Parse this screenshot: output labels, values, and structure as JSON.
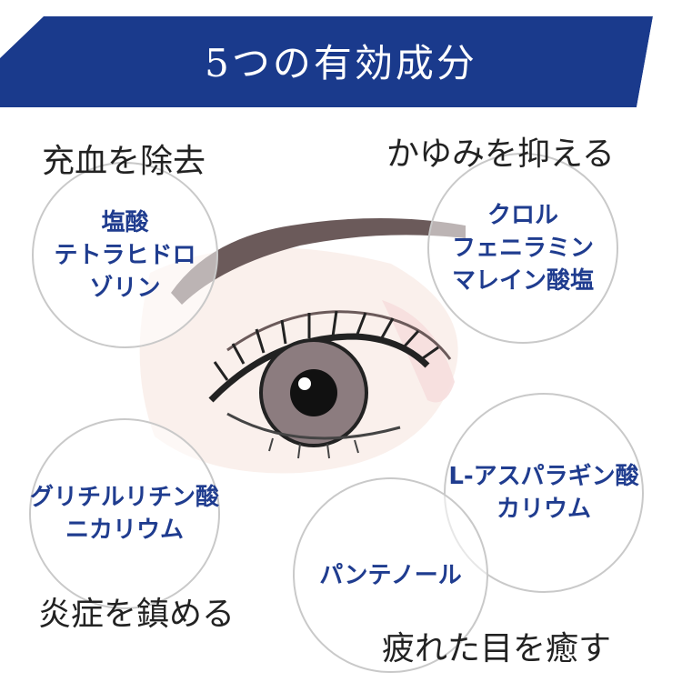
{
  "banner": {
    "title": "5つの有効成分",
    "color": "#1a3a8c"
  },
  "ingredients": [
    {
      "lines": [
        "塩酸",
        "テトラヒドロ",
        "ゾリン"
      ],
      "effect": "充血を除去"
    },
    {
      "lines": [
        "クロル",
        "フェニラミン",
        "マレイン酸塩"
      ],
      "effect": "かゆみを抑える"
    },
    {
      "lines": [
        "グリチルリチン酸",
        "ニカリウム"
      ],
      "effect": "炎症を鎮める"
    },
    {
      "lines": [
        "L-アスパラギン酸",
        "カリウム"
      ],
      "effect": ""
    },
    {
      "lines": [
        "パンテノール"
      ],
      "effect": "疲れた目を癒す"
    }
  ],
  "colors": {
    "ingredient_text": "#1f3c8f",
    "effect_text": "#222222",
    "circle_border": "#c9c9c9"
  }
}
